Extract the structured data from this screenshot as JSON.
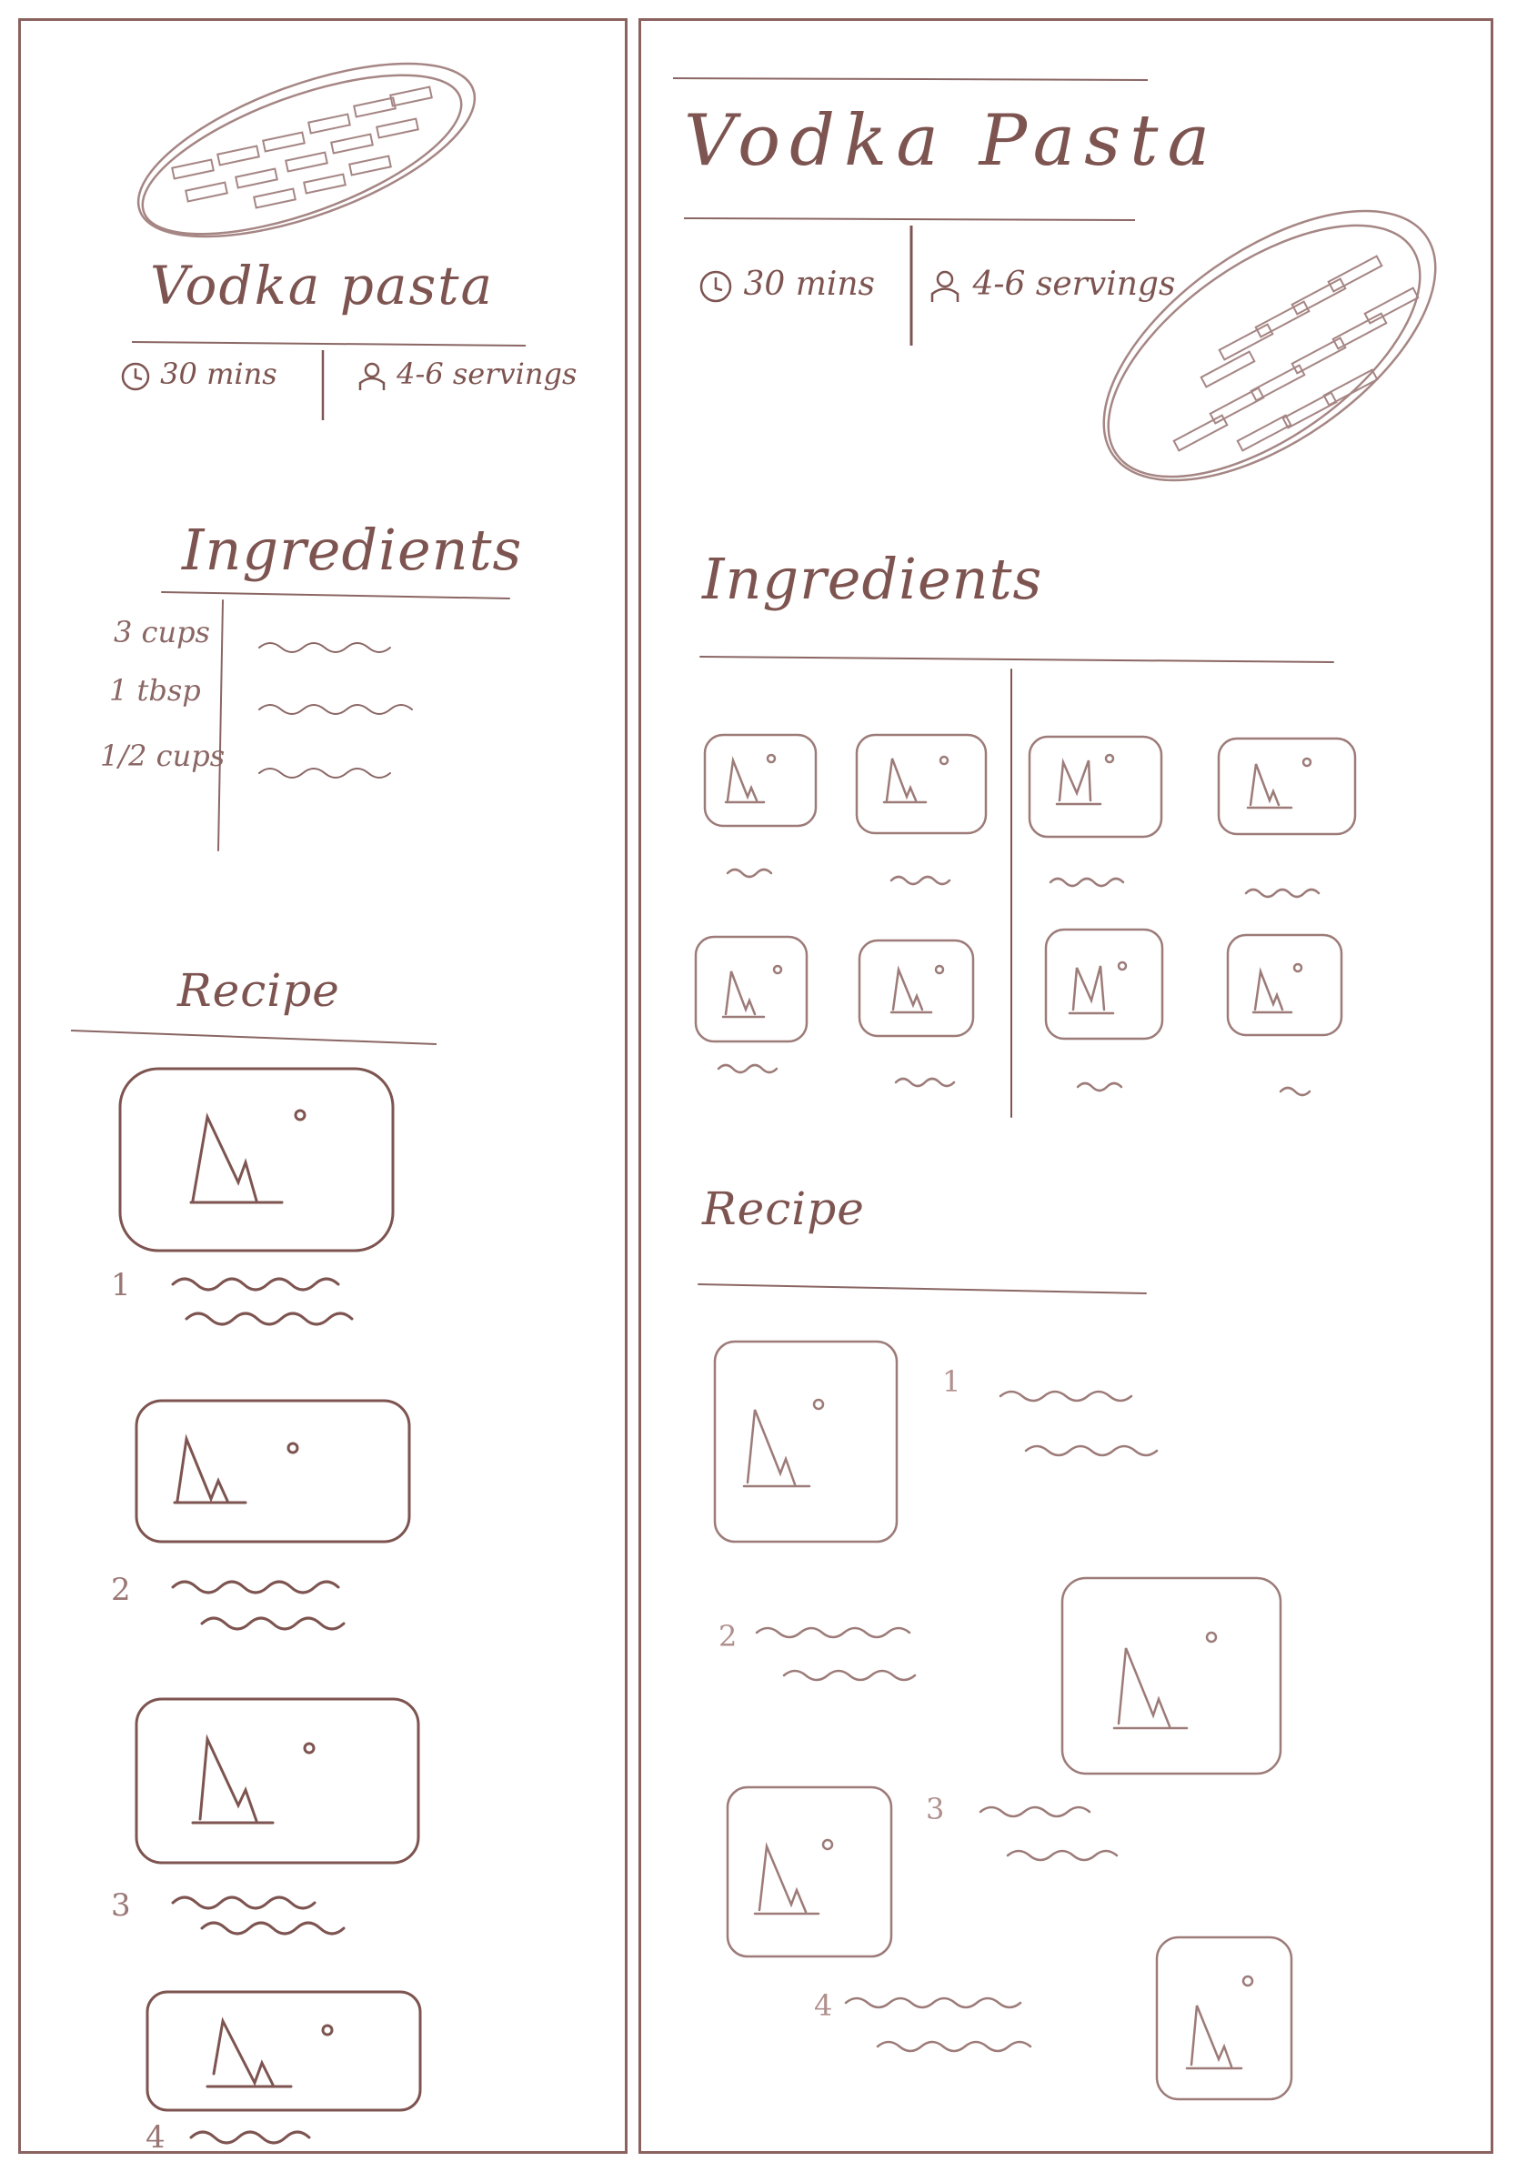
{
  "colors": {
    "ink": "#7d5450",
    "light_ink": "#b0908d",
    "frame": "#8a6360"
  },
  "icons": {
    "time": "clock-icon",
    "servings": "person-icon",
    "image": "image-placeholder-icon",
    "dish": "pasta-plate-illustration"
  },
  "mobile": {
    "title": "Vodka pasta",
    "time": "30 mins",
    "servings": "4-6 servings",
    "ingredients_heading": "Ingredients",
    "quantities": [
      "3 cups",
      "1 tbsp",
      "1/2 cups"
    ],
    "recipe_heading": "Recipe",
    "step_numbers": [
      "1",
      "2",
      "3",
      "4"
    ]
  },
  "tablet": {
    "title": "Vodka Pasta",
    "time": "30 mins",
    "servings": "4-6 servings",
    "ingredients_heading": "Ingredients",
    "recipe_heading": "Recipe",
    "step_numbers": [
      "1",
      "2",
      "3",
      "4"
    ]
  }
}
